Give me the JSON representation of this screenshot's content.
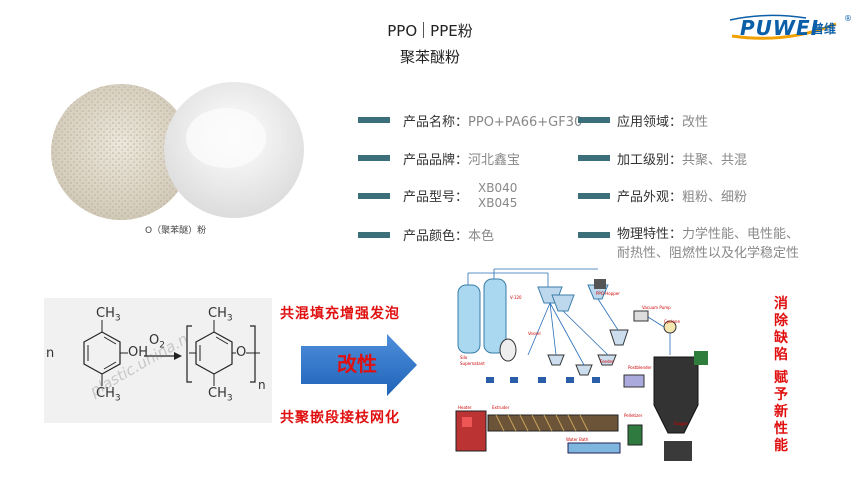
{
  "header": {
    "title_left": "PPO",
    "title_right": "PPE粉",
    "subtitle": "聚苯醚粉"
  },
  "logo": {
    "wordmark": "PUWEI",
    "chinese": "普维",
    "reg": "®"
  },
  "photo_caption": "O（聚苯醚）粉",
  "specs": [
    {
      "label": "产品名称：",
      "value": "PPO+PA66+GF30"
    },
    {
      "label": "应用领域：",
      "value": "改性"
    },
    {
      "label": "产品品牌：",
      "value": "河北鑫宝"
    },
    {
      "label": "加工级别：",
      "value": "共聚、共混"
    },
    {
      "label": "产品型号：",
      "value": "XB040",
      "value2": "XB045"
    },
    {
      "label": "产品外观：",
      "value": "粗粉、细粉"
    },
    {
      "label": "产品颜色：",
      "value": "本色"
    },
    {
      "label": "物理特性：",
      "value": "力学性能、电性能、",
      "value2": "耐热性、阻燃性以及化学稳定性"
    }
  ],
  "reaction": {
    "subscript_o2": "O",
    "n_left": "n",
    "n_right": "n",
    "ch3": "CH",
    "three": "3",
    "oh": "OH",
    "o": "O",
    "watermark": "plastic.unina.n"
  },
  "modify": {
    "top_line": "共混填充增强发泡",
    "bottom_line": "共聚嵌段接枝网化",
    "arrow_label": "改性",
    "side_text": [
      "消",
      "除",
      "缺",
      "陷",
      "",
      "赋",
      "予",
      "新",
      "性",
      "能"
    ]
  },
  "colors": {
    "bar": "#3b6f7a",
    "red": "#e01010",
    "blue": "#0b5fa8",
    "arrow": "#1f63b8"
  }
}
